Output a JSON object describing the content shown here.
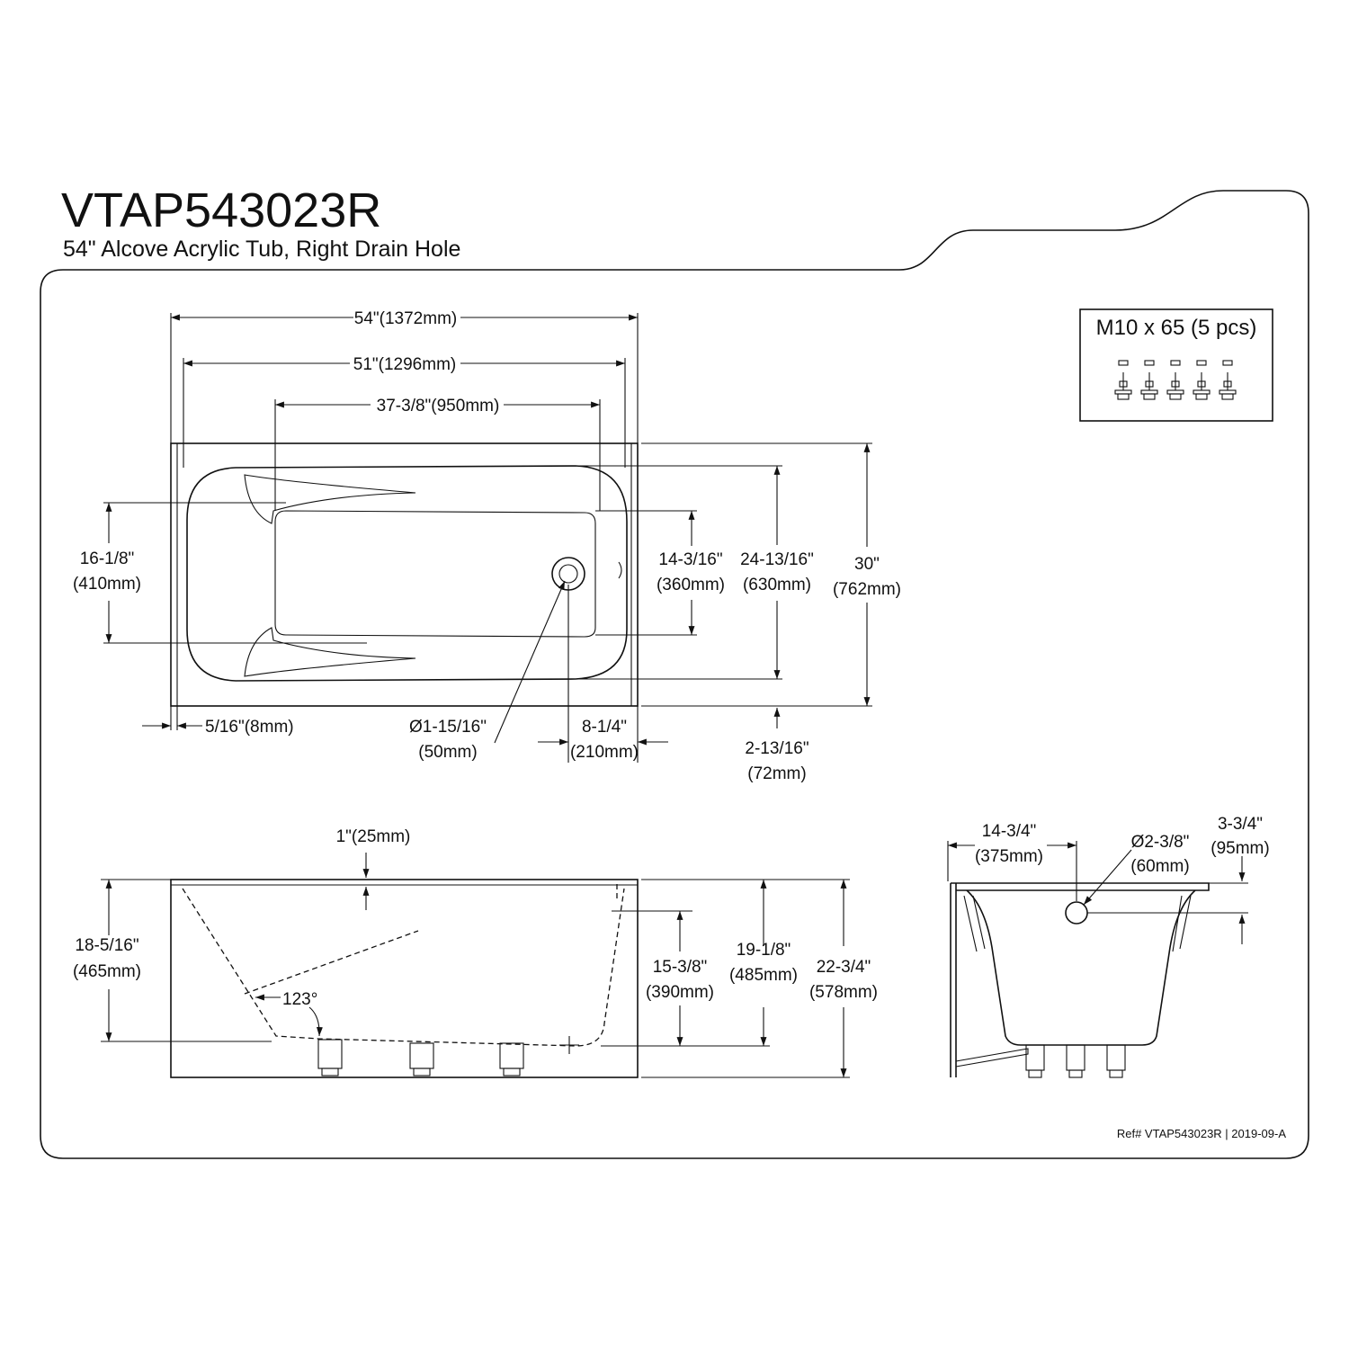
{
  "header": {
    "model": "VTAP543023R",
    "subtitle": "54\" Alcove Acrylic Tub, Right Drain Hole"
  },
  "hardware_box": {
    "label": "M10 x 65 (5 pcs)"
  },
  "top_view": {
    "overall_length": "54\"(1372mm)",
    "inner_length": "51\"(1296mm)",
    "basin_length": "37-3/8\"(950mm)",
    "left_height_in": "16-1/8\"",
    "left_height_mm": "(410mm)",
    "basin_width_in": "14-3/16\"",
    "basin_width_mm": "(360mm)",
    "inner_width_in": "24-13/16\"",
    "inner_width_mm": "(630mm)",
    "overall_width_in": "30\"",
    "overall_width_mm": "(762mm)",
    "flange": "5/16\"(8mm)",
    "drain_dia_in": "Ø1-15/16\"",
    "drain_dia_mm": "(50mm)",
    "drain_offset_in": "8-1/4\"",
    "drain_offset_mm": "(210mm)",
    "bottom_margin_in": "2-13/16\"",
    "bottom_margin_mm": "(72mm)"
  },
  "side_view": {
    "rim": "1\"(25mm)",
    "depth_left_in": "18-5/16\"",
    "depth_left_mm": "(465mm)",
    "angle": "123°",
    "water_depth_in": "15-3/8\"",
    "water_depth_mm": "(390mm)",
    "inner_depth_in": "19-1/8\"",
    "inner_depth_mm": "(485mm)",
    "overall_height_in": "22-3/4\"",
    "overall_height_mm": "(578mm)"
  },
  "end_view": {
    "width_in": "14-3/4\"",
    "width_mm": "(375mm)",
    "overflow_dia_in": "Ø2-3/8\"",
    "overflow_dia_mm": "(60mm)",
    "overflow_drop_in": "3-3/4\"",
    "overflow_drop_mm": "(95mm)"
  },
  "footer": {
    "ref": "Ref# VTAP543023R | 2019-09-A"
  }
}
